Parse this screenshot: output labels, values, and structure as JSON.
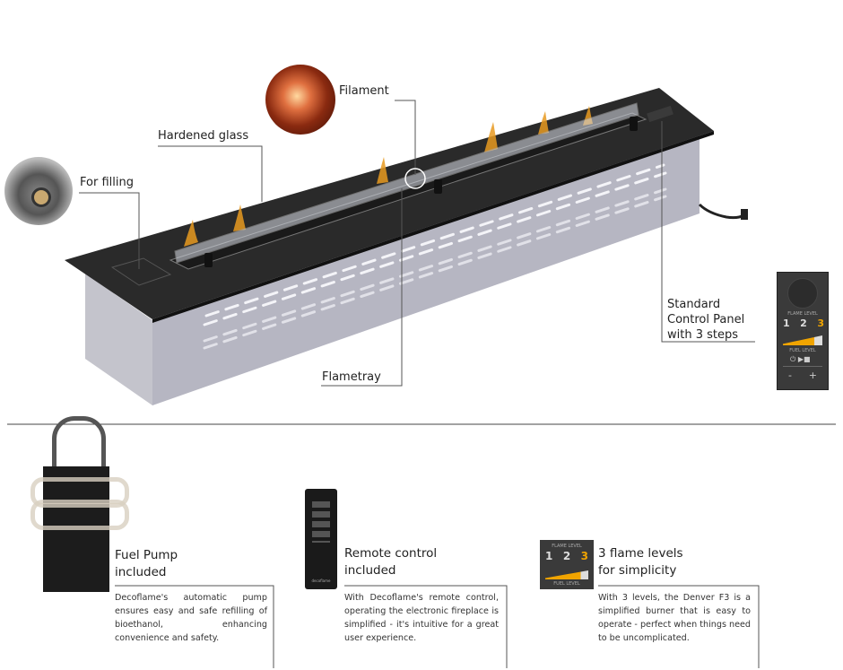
{
  "callouts": {
    "filament": "Filament",
    "hardened_glass": "Hardened glass",
    "for_filling": "For filling",
    "flametray": "Flametray",
    "control_panel": [
      "Standard",
      "Control Panel",
      "with 3 steps"
    ]
  },
  "control_panel_graphic": {
    "flame_level_label": "FLAME LEVEL",
    "levels": [
      "1",
      "2",
      "3"
    ],
    "fuel_level_label": "FUEL LEVEL",
    "minus": "-",
    "plus": "+"
  },
  "features": [
    {
      "title": [
        "Fuel Pump",
        "included"
      ],
      "text": "Decoflame's automatic pump ensures easy and safe refilling of bioethanol, enhancing convenience and safety."
    },
    {
      "title": [
        "Remote control",
        "included"
      ],
      "text": "With Decoflame's remote control, operating the electronic fireplace is simplified - it's intuitive for a great user experience."
    },
    {
      "title": [
        "3 flame levels",
        "for simplicity"
      ],
      "text": "With 3 levels, the Denver F3 is a simplified burner that is easy to operate - perfect when things need to be uncomplicated."
    }
  ],
  "remote_brand": "decoflame",
  "colors": {
    "accent": "#f0a400",
    "panel": "#3a3a3a"
  }
}
